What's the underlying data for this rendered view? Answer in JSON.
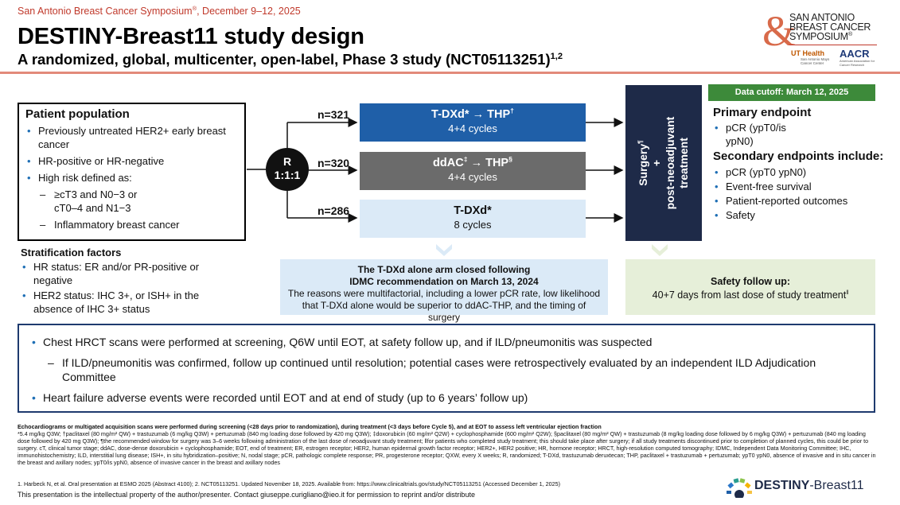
{
  "header": {
    "congress": "San Antonio Breast Cancer Symposium",
    "congress_sup": "®",
    "congress_dates": ", December 9–12, 2025",
    "title": "DESTINY-Breast11 study design",
    "subtitle": "A randomized, global, multicenter, open-label, Phase 3 study (NCT05113251)",
    "subtitle_sup": "1,2"
  },
  "logo": {
    "text_lines": [
      "SAN ANTONIO",
      "BREAST CANCER",
      "SYMPOSIUM"
    ],
    "reg_mark": "®",
    "ut": "UT Health",
    "ut_sub": "San Antonio Mays Cancer Center",
    "aacr": "AACR",
    "aacr_sub": "American Association for Cancer Research"
  },
  "patient_population": {
    "heading": "Patient population",
    "items": [
      "Previously untreated HER2+ early breast cancer",
      "HR-positive or HR-negative",
      "High risk defined as:"
    ],
    "sub_items": [
      "≥cT3 and N0−3 or cT0–4 and N1−3",
      "Inflammatory breast cancer"
    ]
  },
  "stratification": {
    "heading": "Stratification factors",
    "items": [
      "HR status: ER and/or PR-positive or negative",
      "HER2 status: IHC 3+, or ISH+ in the absence of IHC 3+ status"
    ]
  },
  "randomization": {
    "letter": "R",
    "ratio": "1:1:1"
  },
  "arms": [
    {
      "n": "n=321",
      "regimen": "T-DXd* → THP",
      "sup": "†",
      "cycles": "4+4 cycles"
    },
    {
      "n": "n=320",
      "regimen": "ddAC",
      "sup_mid": "‡",
      "regimen_tail": " → THP",
      "sup": "§",
      "cycles": "4+4 cycles"
    },
    {
      "n": "n=286",
      "regimen": "T-DXd*",
      "sup": "",
      "cycles": "8 cycles"
    }
  ],
  "surgery": {
    "line1": "Surgery",
    "line1_sup": "¶",
    "line2": "+",
    "line3": "post-neoadjuvant",
    "line4": "treatment"
  },
  "cutoff": "Data cutoff: March 12, 2025",
  "endpoints": {
    "primary_heading": "Primary endpoint",
    "primary_items": [
      "pCR (ypT0/is ypN0)"
    ],
    "secondary_heading": "Secondary endpoints include:",
    "secondary_items": [
      "pCR (ypT0 ypN0)",
      "Event-free survival",
      "Patient-reported outcomes",
      "Safety"
    ]
  },
  "closed_note": {
    "title_line1": "The T-DXd alone arm closed following",
    "title_line2": "IDMC recommendation on March 13, 2024",
    "body": "The reasons were multifactorial, including a lower pCR rate, low likelihood that T-DXd alone would be superior to ddAC-THP, and the timing of surgery"
  },
  "safety_note": {
    "title": "Safety follow up:",
    "body": "40+7 days from last dose of study treatment",
    "body_sup": "ǁ"
  },
  "hrct": {
    "item1": "Chest HRCT scans were performed at screening, Q6W until EOT, at safety follow up, and if ILD/pneumonitis was suspected",
    "sub1": "If ILD/pneumonitis was confirmed, follow up continued until resolution; potential cases were retrospectively evaluated by an independent ILD Adjudication Committee",
    "item2": "Heart failure adverse events were recorded until EOT and at end of study (up to 6 years’ follow up)"
  },
  "footnotes": {
    "bold_line": "Echocardiograms or multigated acquisition scans were performed during screening (<28 days prior to randomization), during treatment (<3 days before Cycle 5), and at EOT to assess left ventricular ejection fraction",
    "body": "*5.4 mg/kg Q3W; †paclitaxel (80 mg/m² QW) + trastuzumab (6 mg/kg Q3W) + pertuzumab (840 mg loading dose followed by 420 mg Q3W); ‡doxorubicin (60 mg/m² Q2W) + cyclophosphamide (600 mg/m² Q2W); §paclitaxel (80 mg/m² QW) + trastuzumab (8 mg/kg loading dose followed by 6 mg/kg Q3W) + pertuzumab (840 mg loading dose followed by 420 mg Q3W); ¶the recommended window for surgery was 3–6 weeks following administration of the last dose of neoadjuvant study treatment; ǁfor patients who completed study treatment; this should take place after surgery; if all study treatments discontinued prior to completion of planned cycles, this could be prior to surgery. cT, clinical tumor stage; ddAC, dose-dense doxorubicin + cyclophosphamide; EOT, end of treatment; ER, estrogen receptor; HER2, human epidermal growth factor receptor; HER2+, HER2 positive; HR, hormone receptor; HRCT, high-resolution computed tomography; IDMC, Independent Data Monitoring Committee; IHC, immunohistochemistry; ILD, interstitial lung disease; ISH+, in situ hybridization–positive; N, nodal stage; pCR, pathologic complete response; PR, progesterone receptor; QXW, every X weeks; R, randomized; T-DXd, trastuzumab deruxtecan; THP, paclitaxel + trastuzumab + pertuzumab; ypT0 ypN0, absence of invasive and in situ cancer in the breast and axillary nodes; ypT0/is ypN0, absence of invasive cancer in the breast and axillary nodes",
    "refs": "1. Harbeck N, et al. Oral presentation at ESMO 2025 (Abstract 4100); 2. NCT05113251. Updated November 18, 2025. Available from: https://www.clinicaltrials.gov/study/NCT05113251 (Accessed December 1, 2025)",
    "footer": "This presentation is the intellectual property of the author/presenter. Contact giuseppe.curigliano@ieo.it for permission to reprint and/or distribute"
  },
  "destiny_logo": {
    "bold": "DESTINY",
    "rest": "-Breast11"
  },
  "colors": {
    "arm1": "#1f5fa8",
    "arm2": "#6b6b6b",
    "arm3": "#dbeaf7",
    "surgery": "#1e2a48",
    "cutoff": "#3d8a3a",
    "accent": "#c0392b"
  }
}
